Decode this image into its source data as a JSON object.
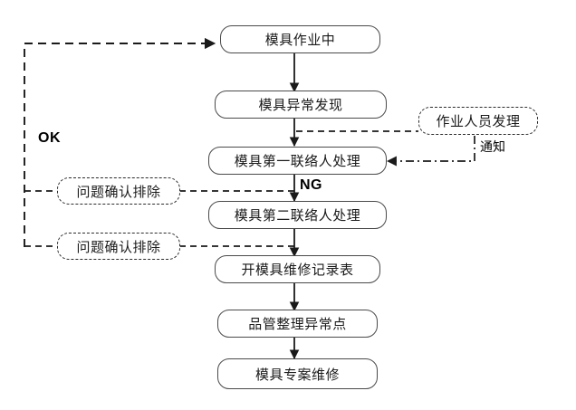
{
  "diagram": {
    "type": "flowchart",
    "title": "",
    "orientation": "top-to-bottom",
    "background_color": "#ffffff",
    "solid_node_border_color": "#4a4a4a",
    "dashed_node_border_color": "#2b2b2b",
    "connector_color": "#1a1a1a"
  },
  "nodes": {
    "main_flow": [
      {
        "id": "n1",
        "label": "模具作业中",
        "style": "solid"
      },
      {
        "id": "n2",
        "label": "模具异常发现",
        "style": "solid"
      },
      {
        "id": "n3",
        "label": "模具第一联络人处理",
        "style": "solid"
      },
      {
        "id": "n4",
        "label": "模具第二联络人处理",
        "style": "solid"
      },
      {
        "id": "n5",
        "label": "开模具维修记录表",
        "style": "solid"
      },
      {
        "id": "n6",
        "label": "品管整理异常点",
        "style": "solid"
      },
      {
        "id": "n7",
        "label": "模具专案维修",
        "style": "solid"
      }
    ],
    "side_nodes": [
      {
        "id": "s1",
        "label": "问题确认排除",
        "style": "dashed",
        "side": "left"
      },
      {
        "id": "s2",
        "label": "问题确认排除",
        "style": "dashed",
        "side": "left"
      },
      {
        "id": "s3",
        "label": "作业人员发理",
        "style": "dashed",
        "side": "right"
      }
    ]
  },
  "edge_labels": [
    {
      "id": "e_ok",
      "text": "OK",
      "emphasis": "bold"
    },
    {
      "id": "e_ng",
      "text": "NG",
      "emphasis": "bold"
    },
    {
      "id": "e_notify",
      "text": "通知",
      "emphasis": "normal"
    }
  ]
}
